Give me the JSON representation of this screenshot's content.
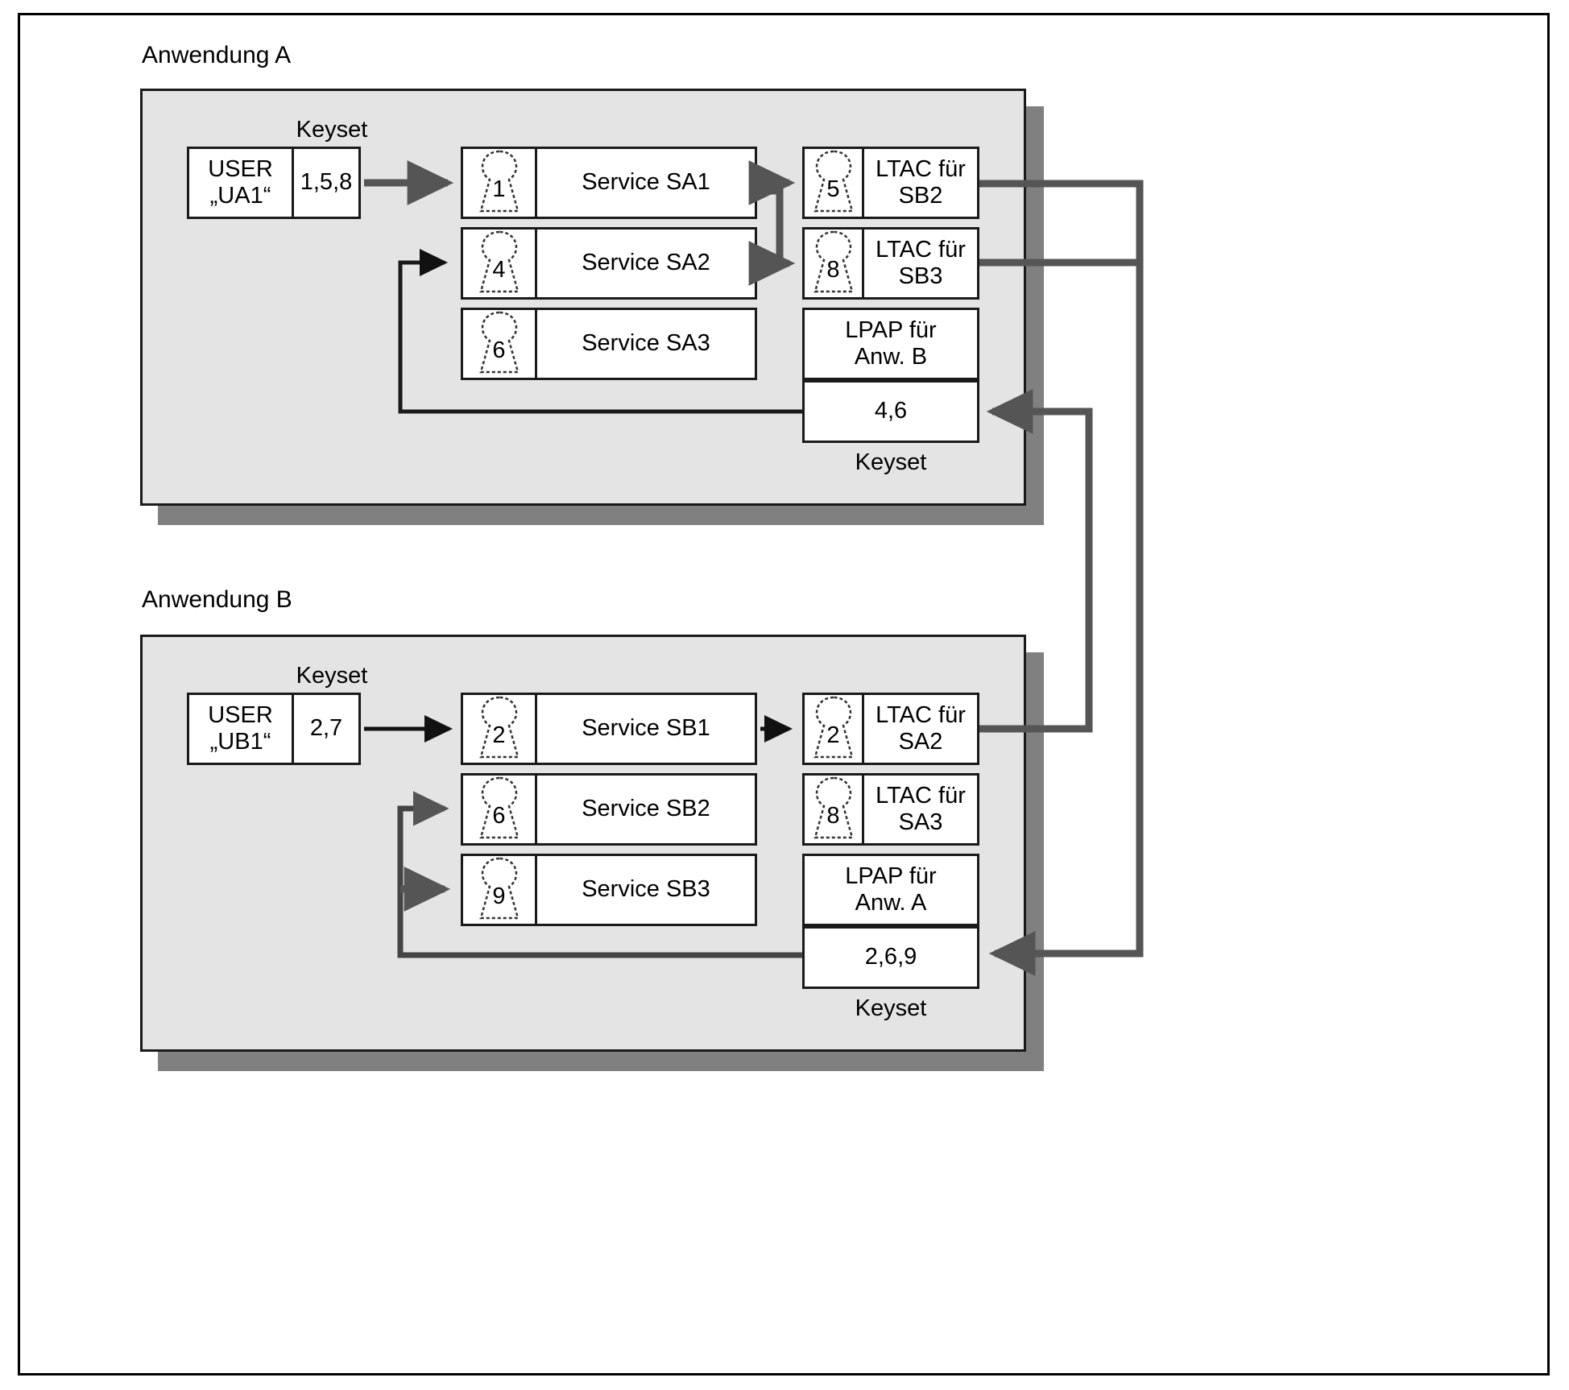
{
  "diagram": {
    "title_a": "Anwendung A",
    "title_b": "Anwendung B",
    "keyset_label": "Keyset",
    "icon_name": "keyhole-icon"
  },
  "app_a": {
    "label": "Anwendung A",
    "user_keyset_label": "Keyset",
    "user": {
      "name": "USER\n„UA1“",
      "keyset": "1,5,8"
    },
    "services": [
      {
        "key": "1",
        "label": "Service SA1"
      },
      {
        "key": "4",
        "label": "Service SA2"
      },
      {
        "key": "6",
        "label": "Service SA3"
      }
    ],
    "ltacs": [
      {
        "key": "5",
        "label": "LTAC für\nSB2"
      },
      {
        "key": "8",
        "label": "LTAC für\nSB3"
      }
    ],
    "lpap": {
      "label": "LPAP für\nAnw. B",
      "keyset": "4,6",
      "keyset_caption": "Keyset"
    }
  },
  "app_b": {
    "label": "Anwendung B",
    "user_keyset_label": "Keyset",
    "user": {
      "name": "USER\n„UB1“",
      "keyset": "2,7"
    },
    "services": [
      {
        "key": "2",
        "label": "Service SB1"
      },
      {
        "key": "6",
        "label": "Service SB2"
      },
      {
        "key": "9",
        "label": "Service SB3"
      }
    ],
    "ltacs": [
      {
        "key": "2",
        "label": "LTAC für\nSA2"
      },
      {
        "key": "8",
        "label": "LTAC für\nSA3"
      }
    ],
    "lpap": {
      "label": "LPAP für\nAnw. A",
      "keyset": "2,6,9",
      "keyset_caption": "Keyset"
    }
  },
  "colors": {
    "panel_bg": "#e4e4e4",
    "panel_shadow": "#808080",
    "stroke": "#1a1a1a",
    "thick_arrow": "#555555",
    "thin_arrow": "#111111"
  }
}
